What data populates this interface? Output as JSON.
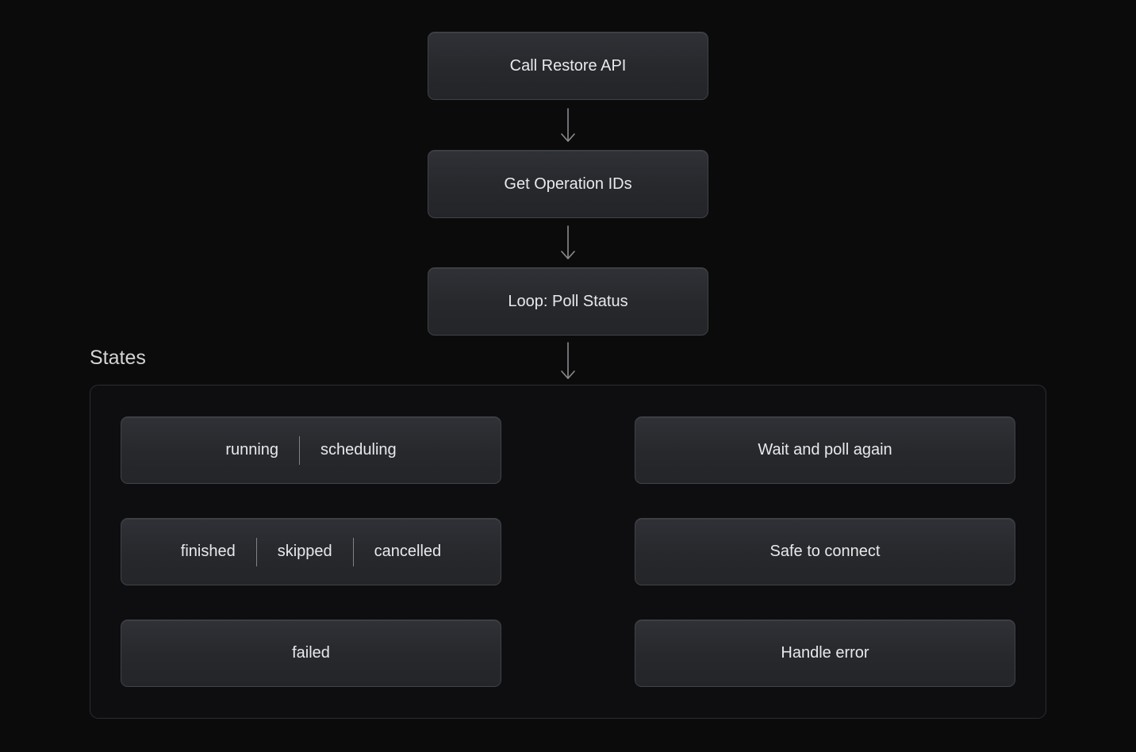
{
  "flow": {
    "nodes": [
      {
        "label": "Call Restore API"
      },
      {
        "label": "Get Operation IDs"
      },
      {
        "label": "Loop: Poll Status"
      }
    ]
  },
  "states": {
    "title": "States",
    "rows": [
      {
        "left": [
          "running",
          "scheduling"
        ],
        "right": "Wait and poll again"
      },
      {
        "left": [
          "finished",
          "skipped",
          "cancelled"
        ],
        "right": "Safe to connect"
      },
      {
        "left": [
          "failed"
        ],
        "right": "Handle error"
      }
    ]
  },
  "colors": {
    "background": "#0b0b0c",
    "node_bg_top": "#2f3136",
    "node_bg_bottom": "#242529",
    "node_border": "#3f4247",
    "container_border": "#2b2d31",
    "text": "#e8e9eb",
    "title_text": "#d2d3d5",
    "separator": "#818287",
    "solid_arrow": "#8b8c90",
    "dashed_arrow": "#98989c"
  }
}
